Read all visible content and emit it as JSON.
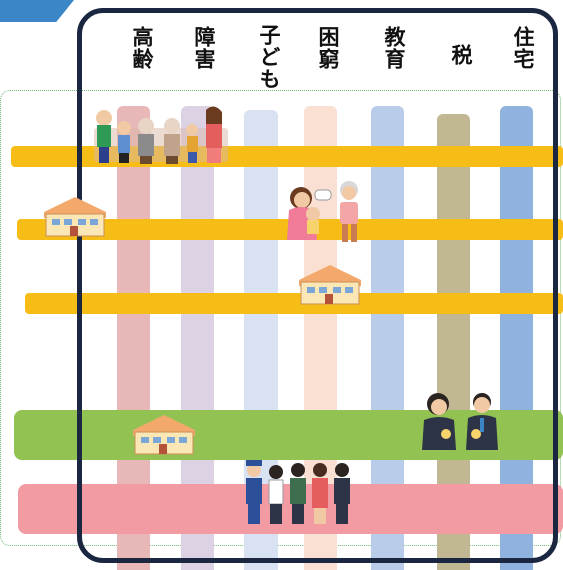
{
  "columns": [
    {
      "label": "高齢",
      "color": "#e8b7b8"
    },
    {
      "label": "障害",
      "color": "#dcd2e4"
    },
    {
      "label": "子ども",
      "color": "#d9e2f2"
    },
    {
      "label": "困窮",
      "color": "#f9e0d2"
    },
    {
      "label": "教育",
      "color": "#b9cdea"
    },
    {
      "label": "税",
      "color": "#c1b893"
    },
    {
      "label": "住宅",
      "color": "#8fb2de"
    }
  ],
  "bands": [
    {
      "color": "#f6bd16"
    },
    {
      "color": "#f6bd16"
    },
    {
      "color": "#f6bd16"
    },
    {
      "color": "#92c252"
    },
    {
      "color": "#f29ba2"
    }
  ],
  "icons": [
    "family-group-icon",
    "house-icon",
    "mother-child-elderly-icon",
    "house-icon",
    "house-icon",
    "consultation-pair-icon",
    "community-workers-icon"
  ]
}
